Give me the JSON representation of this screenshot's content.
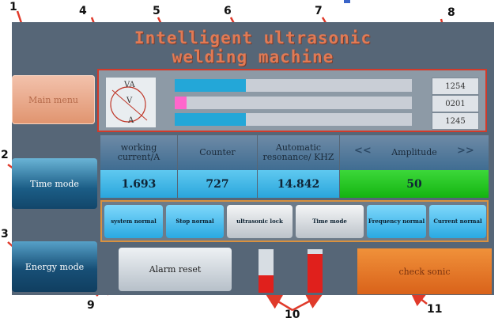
{
  "app_title_line1": "Intelligent ultrasonic",
  "app_title_line2": "welding machine",
  "sidebar": {
    "main_menu": "Main menu",
    "time_mode": "Time mode",
    "energy_mode": "Energy mode"
  },
  "meter": {
    "dial_labels": [
      "VA",
      "V",
      "A"
    ],
    "bars": [
      {
        "fill_fraction": 0.3,
        "color": "#23a7d8"
      },
      {
        "fill_fraction": 0.05,
        "color": "#ff66cc"
      },
      {
        "fill_fraction": 0.3,
        "color": "#23a7d8"
      }
    ],
    "numbers": [
      "1254",
      "0201",
      "1245"
    ]
  },
  "readouts": {
    "working_current_label": "working current/A",
    "working_current_value": "1.693",
    "counter_label": "Counter",
    "counter_value": "727",
    "resonance_label": "Automatic resonance/ KHZ",
    "resonance_value": "14.842",
    "amplitude_label": "Amplitude",
    "amplitude_prev": "<<",
    "amplitude_next": ">>",
    "amplitude_value": "50"
  },
  "status_buttons": [
    "system normal",
    "Stop normal",
    "ultrasonic lock",
    "Time mode",
    "Frequency normal",
    "Current normal"
  ],
  "controls": {
    "alarm_reset": "Alarm reset",
    "check_sonic": "check sonic"
  },
  "level_bars": [
    {
      "fill_fraction": 0.4,
      "color": "#e0201c"
    },
    {
      "fill_fraction": 0.9,
      "color": "#e0201c"
    }
  ],
  "annotations": [
    "1",
    "2",
    "3",
    "4",
    "5",
    "6",
    "7",
    "8",
    "9",
    "10",
    "11"
  ],
  "colors": {
    "screen_bg": "#566677",
    "title": "#e07a55",
    "amplitude_green": "#20c41a",
    "check_sonic_orange": "#e8741c",
    "annotation_red": "#e03a2a"
  }
}
